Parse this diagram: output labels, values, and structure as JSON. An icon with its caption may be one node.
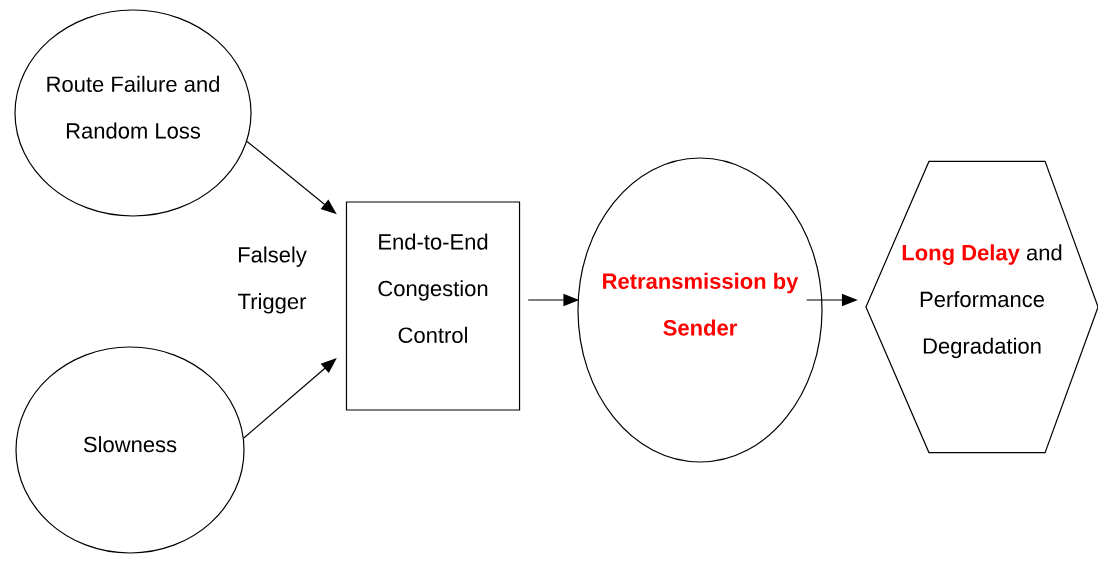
{
  "diagram": {
    "nodes": [
      {
        "text": [
          "Route Failure and Random Loss"
        ]
      },
      {
        "text": [
          "Slowness"
        ]
      },
      {
        "text": [
          "End-to-End Congestion Control"
        ]
      },
      {
        "text": [
          "Retransmission by Sender"
        ]
      },
      {
        "text": [
          "**Long Delay** and Performance Degradation"
        ]
      }
    ],
    "edges": [
      {
        "from": 0,
        "to": 2,
        "arrow": "to"
      },
      {
        "from": 1,
        "to": 2,
        "arrow": "to"
      },
      {
        "from": 2,
        "to": 3,
        "arrow": "to"
      },
      {
        "from": 3,
        "to": 4,
        "arrow": "to"
      }
    ],
    "labels": [
      "Falsely Trigger"
    ]
  }
}
